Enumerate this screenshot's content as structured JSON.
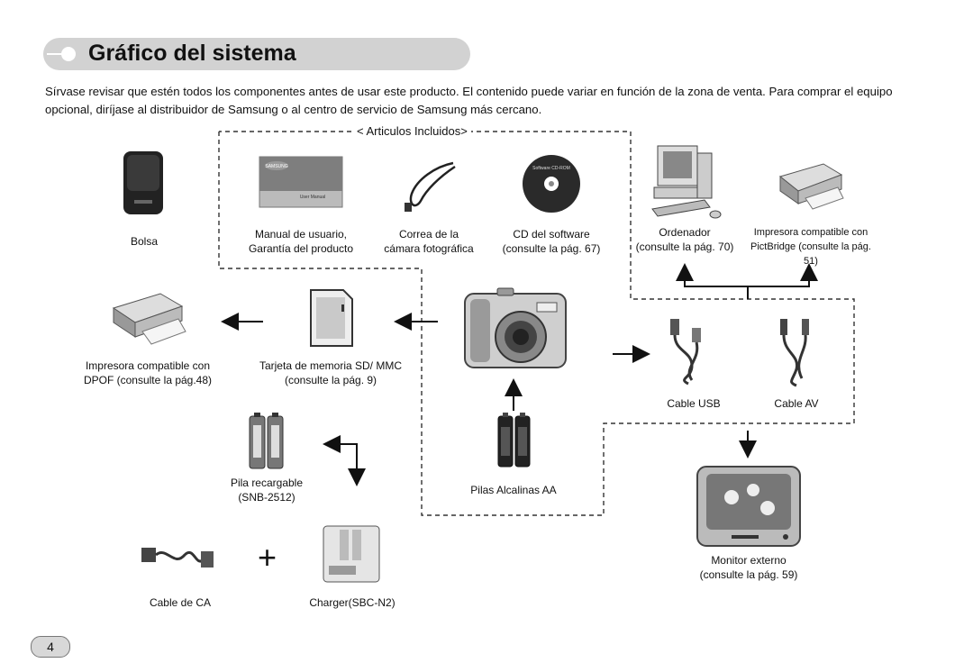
{
  "header": {
    "title": "Gráfico del sistema"
  },
  "intro": "Sírvase revisar que estén todos los componentes antes de usar este producto. El contenido puede variar en función de la zona de venta. Para comprar el equipo opcional, diríjase al distribuidor de Samsung o al centro de servicio de Samsung más cercano.",
  "included_title": "< Articulos Incluidos>",
  "items": {
    "bolsa": "Bolsa",
    "manual_1": "Manual de usuario,",
    "manual_2": "Garantía del producto",
    "manual_cover_brand": "SAMSUNG",
    "manual_cover_text": "User Manual",
    "strap_1": "Correa de la",
    "strap_2": "cámara fotográfica",
    "cd_1": "CD del software",
    "cd_2": "(consulte la pág. 67)",
    "cd_label": "Software CD-ROM",
    "pc_1": "Ordenador",
    "pc_2": "(consulte la pág. 70)",
    "pictbridge_1": "Impresora compatible con",
    "pictbridge_2": "PictBridge (consulte la pág. 51)",
    "dpof_1": "Impresora compatible con",
    "dpof_2": "DPOF (consulte la pág.48)",
    "sd_1": "Tarjeta de memoria SD/ MMC",
    "sd_2": "(consulte la pág. 9)",
    "usb": "Cable USB",
    "av": "Cable AV",
    "rech_1": "Pila recargable",
    "rech_2": "(SNB-2512)",
    "alk": "Pilas Alcalinas AA",
    "monitor_1": "Monitor externo",
    "monitor_2": "(consulte la pág. 59)",
    "cable_ca": "Cable de CA",
    "charger": "Charger(SBC-N2)",
    "plus": "+"
  },
  "page": {
    "number": "4"
  }
}
